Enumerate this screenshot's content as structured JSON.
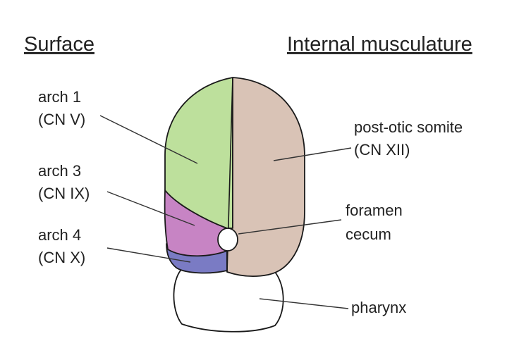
{
  "headings": {
    "left": "Surface",
    "right": "Internal musculature"
  },
  "labels": {
    "arch1_line1": "arch 1",
    "arch1_line2": "(CN V)",
    "arch3_line1": "arch 3",
    "arch3_line2": "(CN IX)",
    "arch4_line1": "arch 4",
    "arch4_line2": "(CN X)",
    "somite_line1": "post-otic somite",
    "somite_line2": "(CN XII)",
    "foramen_line1": "foramen",
    "foramen_line2": "cecum",
    "pharynx": "pharynx"
  },
  "colors": {
    "arch1": "#bde09c",
    "arch3": "#c784c4",
    "arch4": "#7a7bc4",
    "somite": "#d9c3b6",
    "pharynx": "#ffffff",
    "foramen": "#ffffff"
  }
}
